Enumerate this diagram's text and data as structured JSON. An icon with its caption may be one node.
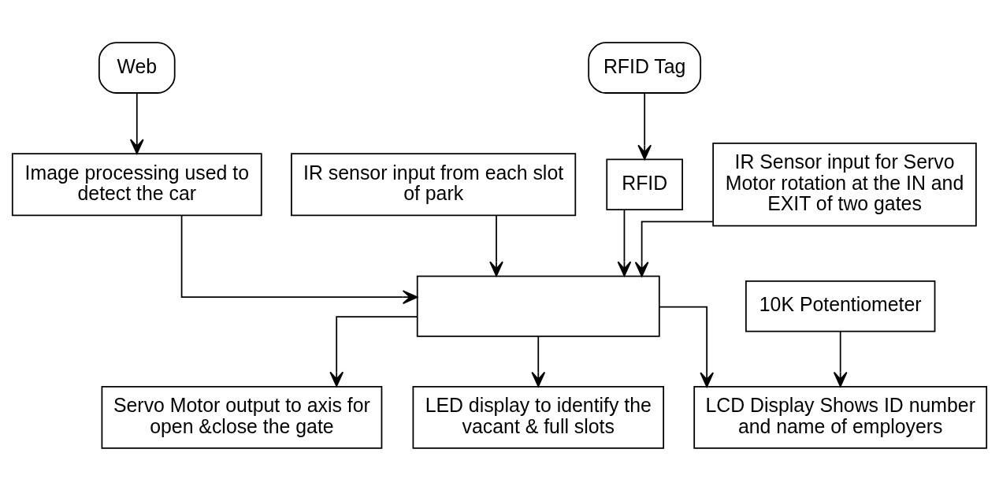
{
  "diagram": {
    "nodes": [
      {
        "text": [
          "Web"
        ]
      },
      {
        "text": [
          "RFID Tag"
        ]
      },
      {
        "text": [
          "Image processing used to detect the car"
        ]
      },
      {
        "text": [
          "IR sensor input from each slot of park"
        ]
      },
      {
        "text": [
          "RFID"
        ]
      },
      {
        "text": [
          "IR Sensor input for Servo Motor rotation at the IN and EXIT of two gates"
        ]
      },
      {
        "text": [],
        "shape": "box"
      },
      {
        "text": [
          "10K Potentiometer"
        ]
      },
      {
        "text": [
          "Servo Motor output to axis for open &close the gate"
        ]
      },
      {
        "text": [
          "LED display to identify the vacant & full slots"
        ]
      },
      {
        "text": [
          "LCD Display Shows ID number and name of employers"
        ]
      }
    ],
    "edges": [
      {
        "from": 0,
        "to": 2,
        "arrow": "to"
      },
      {
        "from": 1,
        "to": 4,
        "arrow": "to"
      },
      {
        "from": 2,
        "to": 6,
        "arrow": "to"
      },
      {
        "from": 3,
        "to": 6,
        "arrow": "to"
      },
      {
        "from": 4,
        "to": 6,
        "arrow": "to"
      },
      {
        "from": 5,
        "to": 6,
        "arrow": "to"
      },
      {
        "from": 6,
        "to": 8,
        "arrow": "to"
      },
      {
        "from": 6,
        "to": 9,
        "arrow": "to"
      },
      {
        "from": 6,
        "to": 10,
        "arrow": "to"
      },
      {
        "from": 7,
        "to": 10,
        "arrow": "to"
      }
    ]
  }
}
